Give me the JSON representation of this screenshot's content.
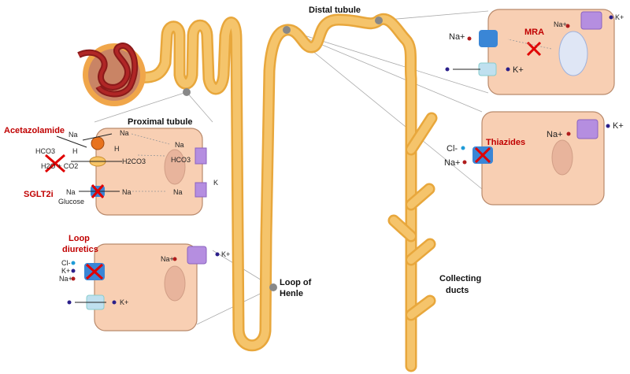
{
  "segments": {
    "proximal": "Proximal tubule",
    "distal": "Distal tubule",
    "loop_line1": "Loop of",
    "loop_line2": "Henle",
    "collecting_line1": "Collecting",
    "collecting_line2": "ducts"
  },
  "drugs": {
    "acetazolamide": "Acetazolamide",
    "sglt2i": "SGLT2i",
    "loop_line1": "Loop",
    "loop_line2": "diuretics",
    "thiazides": "Thiazides",
    "mra": "MRA"
  },
  "proximal_ions": {
    "na_lumen": "Na",
    "hco3_lumen": "HCO3",
    "h_lumen": "H",
    "h2o_co2": "H2O + CO2",
    "na_cell": "Na",
    "h_cell": "H",
    "h2co3": "H2CO3",
    "na_baso": "Na",
    "hco3_baso": "HCO3",
    "na_sglt": "Na",
    "glucose": "Glucose",
    "na_cell2": "Na",
    "na_baso2": "Na",
    "k_baso": "K"
  },
  "loop_ions": {
    "cl": "Cl-",
    "k": "K+",
    "na": "Na+",
    "na_baso": "Na+",
    "k_baso": "K+",
    "k_channel": "K+"
  },
  "thiazide_ions": {
    "cl": "Cl-",
    "na": "Na+",
    "na_baso": "Na+",
    "k_baso": "K+"
  },
  "mra_ions": {
    "na": "Na+",
    "na_baso": "Na+",
    "k_baso": "K+",
    "k_channel": "K+"
  },
  "colors": {
    "tubule": "#e8a73c",
    "cell": "#f8cfb3",
    "drug_text": "#c00000",
    "block_x": "#e00000",
    "na_dot": "#b01c1c",
    "k_dot": "#2b1f8a",
    "cl_dot": "#1e9bd7"
  }
}
